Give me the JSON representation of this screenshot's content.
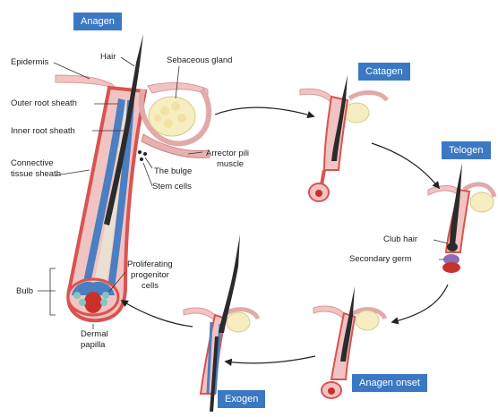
{
  "stages": {
    "anagen": "Anagen",
    "catagen": "Catagen",
    "telogen": "Telogen",
    "anagen_onset": "Anagen onset",
    "exogen": "Exogen"
  },
  "labels": {
    "epidermis": "Epidermis",
    "hair": "Hair",
    "sebaceous_gland": "Sebaceous gland",
    "outer_root_sheath": "Outer root sheath",
    "inner_root_sheath": "Inner root sheath",
    "connective_tissue_sheath_1": "Connective",
    "connective_tissue_sheath_2": "tissue sheath",
    "arrector_pili_1": "Arrector pili",
    "arrector_pili_2": "muscle",
    "the_bulge": "The bulge",
    "stem_cells": "Stem cells",
    "proliferating_1": "Proliferating",
    "proliferating_2": "progenitor",
    "proliferating_3": "cells",
    "bulb": "Bulb",
    "dermal_papilla_1": "Dermal",
    "dermal_papilla_2": "papilla",
    "club_hair": "Club hair",
    "secondary_germ": "Secondary germ"
  },
  "colors": {
    "stage_label_bg": "#3a78c3",
    "skin_pink": "#f2c3c3",
    "sheath_red": "#d9534f",
    "root_blue": "#4a7fc1",
    "hair_dark": "#2b2b2b",
    "gland_yellow": "#f6edc0",
    "papilla_red": "#c9302c",
    "germ_purple": "#8e6bb8",
    "cells_teal": "#7ec8c0"
  }
}
